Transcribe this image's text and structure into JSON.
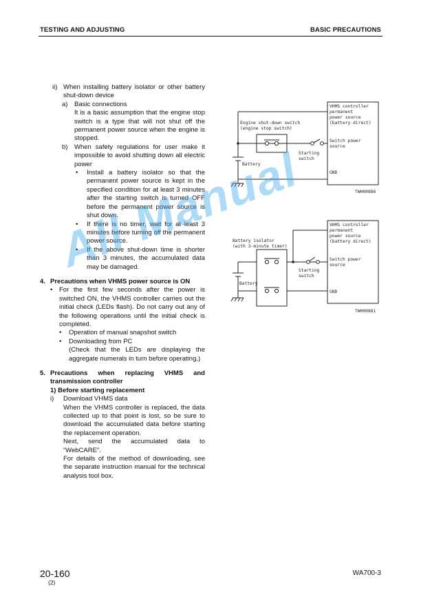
{
  "header": {
    "left": "TESTING AND ADJUSTING",
    "right": "BASIC PRECAUTIONS"
  },
  "content": {
    "ii_mark": "ii)",
    "ii_text": "When installing battery isolator or other battery shut-down device",
    "a_mark": "a)",
    "a_title": "Basic connections",
    "a_body": "It is a basic assumption that the engine stop switch is a type that will not shut off the permanent power source when the engine is stopped.",
    "b_mark": "b)",
    "b_text": "When safety regulations for user make it impossible to avoid shutting down all electric power",
    "bullet": "•",
    "bullets": [
      "Install a battery isolator so that the permanent power source is kept in the specified condition for at least 3 minutes after the starting switch is turned OFF before the permanent power source is shut down.",
      "If there is no timer, wait for at least 3 minutes before turning off the permanent power source.",
      "If the above shut-down time is shorter than 3 minutes, the accumulated data may be damaged."
    ],
    "s4_mark": "4.",
    "s4_title": "Precautions when VHMS power source is ON",
    "s4_body": "For the first few seconds after the power is switched ON, the VHMS controller carries out the initial check (LEDs flash). Do not carry out any of the following operations until the initial check is completed.",
    "s4_sub1": "Operation of manual snapshot switch",
    "s4_sub2": "Downloading from PC",
    "s4_sub2_note": "(Check that the LEDs are displaying the aggregate numerals in turn before operating.)",
    "s5_mark": "5.",
    "s5_title": "Precautions when replacing VHMS and transmission controller",
    "s5_1": "1)  Before starting replacement",
    "s5_i_mark": "i)",
    "s5_i_title": "Download VHMS data",
    "s5_p1": "When the VHMS controller is replaced, the data collected up to that point is lost, so be sure to download the accumulated data before starting the replacement operation.",
    "s5_p2": "Next, send the accumulated data to “WebCARE”.",
    "s5_p3": "For details of the method of downloading, see the separate instruction manual for the technical analysis tool box."
  },
  "diagram1": {
    "controller": [
      "VHMS controller",
      "permanent",
      "power source",
      "(battery direct)"
    ],
    "engine_switch": [
      "Engine shut-down switch",
      "(engine stop switch)"
    ],
    "starting_switch": [
      "Starting",
      "switch"
    ],
    "switch_power": [
      "Switch power",
      "source"
    ],
    "battery": "Battery",
    "gnd": "GND",
    "code": "TWH00886"
  },
  "diagram2": {
    "controller": [
      "VHMS controller",
      "permanent",
      "power source",
      "(battery direct)"
    ],
    "isolator": [
      "Battery isolator",
      "(with 3-minute timer)"
    ],
    "starting_switch": [
      "Starting",
      "switch"
    ],
    "switch_power": [
      "Switch power",
      "source"
    ],
    "battery": "Battery",
    "gnd": "GND",
    "code": "TWH00881"
  },
  "watermark": "All Manual",
  "footer": {
    "page": "20-160",
    "page_sub": "(2)",
    "model": "WA700-3"
  }
}
